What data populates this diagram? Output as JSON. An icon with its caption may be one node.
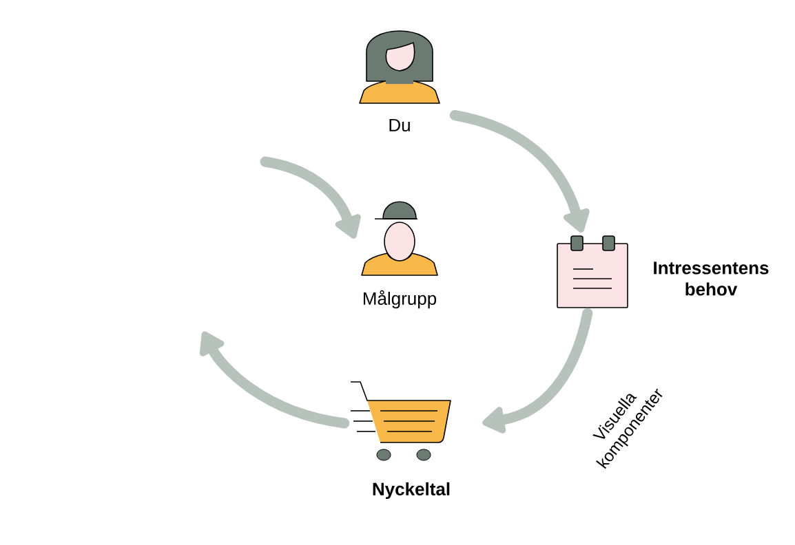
{
  "diagram": {
    "nodes": [
      {
        "text": [
          "Du"
        ]
      },
      {
        "text": [
          "Målgrupp"
        ]
      },
      {
        "text": [
          "Intressentens behov"
        ]
      },
      {
        "text": [
          "Nyckeltal"
        ]
      }
    ],
    "edges": [
      {
        "from": 0,
        "to": 2,
        "arrow": "to"
      },
      {
        "from": 2,
        "to": 3,
        "arrow": "to",
        "label": "Visuella komponenter"
      },
      {
        "from": 3,
        "to": null,
        "arrow": "to"
      },
      {
        "from": null,
        "to": 1,
        "arrow": "to"
      }
    ]
  }
}
